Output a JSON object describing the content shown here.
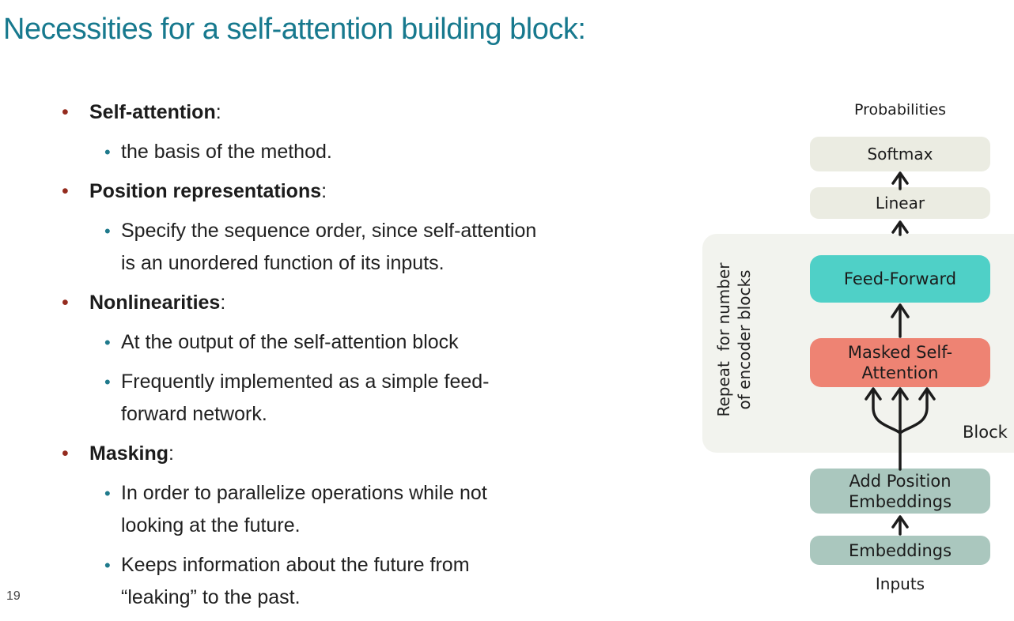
{
  "slide": {
    "title": "Necessities for a self-attention building block:",
    "page_number": "19"
  },
  "colors": {
    "title_text": "#17798e",
    "bullet_level1": "#942b1e",
    "bullet_level2": "#1f7a8c",
    "neutral_box": "#ebece2",
    "feed_forward_box": "#4fd0c7",
    "attention_box": "#ee8373",
    "embedding_box": "#aac7be",
    "repeat_container": "#f2f3ee",
    "arrow": "#1c1c1c"
  },
  "bullets": [
    {
      "type": "main",
      "term": "Self-attention",
      "suffix": ":"
    },
    {
      "type": "sub",
      "lines": [
        "the basis of the method."
      ]
    },
    {
      "type": "main",
      "term": "Position representations",
      "suffix": ":"
    },
    {
      "type": "sub",
      "lines": [
        "Specify the sequence order, since self-attention",
        "is an unordered function of its inputs."
      ]
    },
    {
      "type": "main",
      "term": "Nonlinearities",
      "suffix": ":"
    },
    {
      "type": "sub",
      "lines": [
        "At the output of the self-attention block"
      ]
    },
    {
      "type": "sub",
      "lines": [
        "Frequently implemented as a simple feed-",
        "forward network."
      ]
    },
    {
      "type": "main",
      "term": "Masking",
      "suffix": ":"
    },
    {
      "type": "sub",
      "lines": [
        "In order to parallelize operations while not",
        "looking at the future."
      ]
    },
    {
      "type": "sub",
      "lines": [
        "Keeps information about the future from",
        "“leaking” to the past."
      ]
    }
  ],
  "diagram": {
    "probabilities_label": "Probabilities",
    "softmax_label": "Softmax",
    "linear_label": "Linear",
    "feed_forward_label": "Feed-Forward",
    "masked_self_attention_line1": "Masked Self-",
    "masked_self_attention_line2": "Attention",
    "repeat_label_line1": "Repeat  for number",
    "repeat_label_line2": "of encoder blocks",
    "block_label": "Block",
    "add_position_embeddings_line1": "Add Position",
    "add_position_embeddings_line2": "Embeddings",
    "embeddings_label": "Embeddings",
    "inputs_label": "Inputs"
  }
}
